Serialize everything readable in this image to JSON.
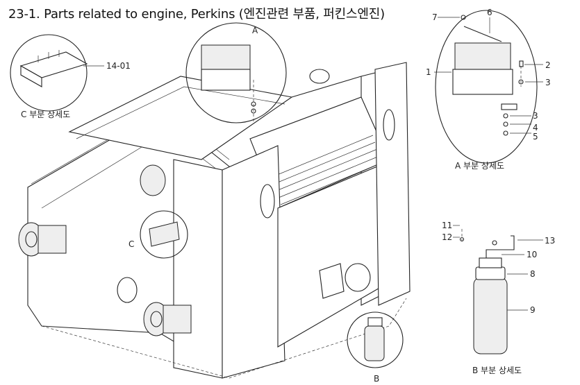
{
  "title": "23-1. Parts related to engine, Perkins (엔진관련 부품, 퍼킨스엔진)",
  "callouts": {
    "a": "A",
    "b": "B",
    "c": "C"
  },
  "detail_c": {
    "caption": "C 부분 상세도",
    "parts": [
      "14-01"
    ]
  },
  "detail_a": {
    "caption": "A 부분 상세도",
    "parts": [
      "7",
      "6",
      "1",
      "2",
      "3",
      "3",
      "4",
      "5"
    ]
  },
  "detail_b": {
    "caption": "B 부분 상세도",
    "parts": [
      "11",
      "12",
      "13",
      "10",
      "8",
      "9"
    ]
  }
}
